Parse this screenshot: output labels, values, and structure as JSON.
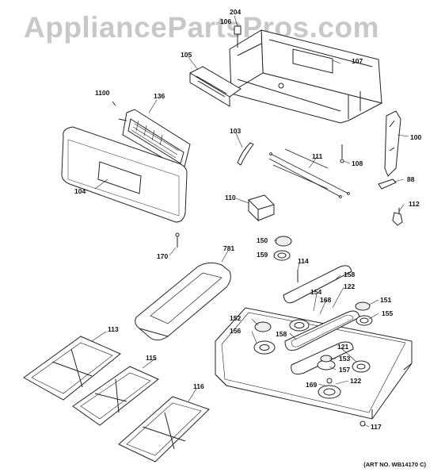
{
  "watermark": "AppliancePartsPros.com",
  "art_number": "(ART NO. WB14170 C)",
  "labels": {
    "p204": "204",
    "p106": "106",
    "p107": "107",
    "p105": "105",
    "p1100": "1100",
    "p136": "136",
    "p100": "100",
    "p103": "103",
    "p111": "111",
    "p108": "108",
    "p104": "104",
    "p88": "88",
    "p110": "110",
    "p112": "112",
    "p150": "150",
    "p781": "781",
    "p159": "159",
    "p114": "114",
    "p158a": "158",
    "p170": "170",
    "p122a": "122",
    "p154": "154",
    "p168": "168",
    "p151": "151",
    "p152": "152",
    "p155": "155",
    "p156": "156",
    "p158b": "158",
    "p121": "121",
    "p113": "113",
    "p153": "153",
    "p115": "115",
    "p157": "157",
    "p169": "169",
    "p122b": "122",
    "p116": "116",
    "p117": "117"
  }
}
